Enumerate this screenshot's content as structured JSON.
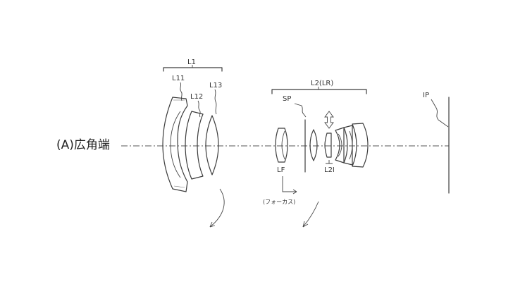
{
  "title": "(A)広角端",
  "labels": {
    "group1": "L1",
    "group2": "L2(LR)",
    "lens11": "L11",
    "lens12": "L12",
    "lens13": "L13",
    "stop": "SP",
    "image_plane": "IP",
    "focus_group": "LF",
    "lens2i": "L2I",
    "focus_note": "(フォーカス)"
  }
}
